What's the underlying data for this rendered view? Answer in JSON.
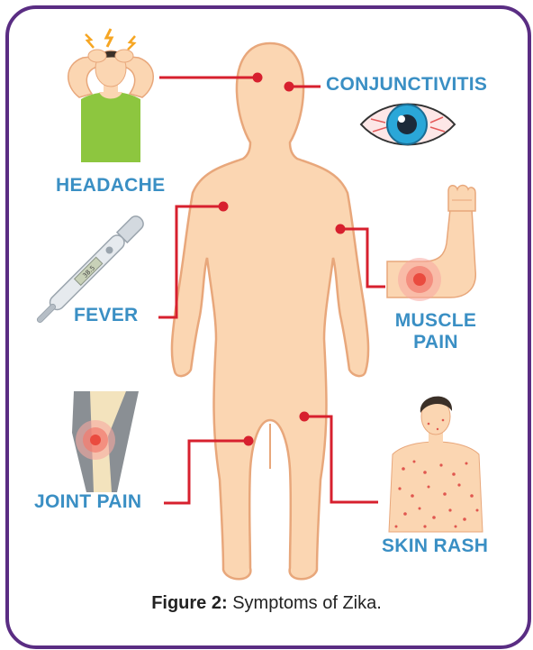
{
  "symptoms": {
    "conjunctivitis": "CONJUNCTIVITIS",
    "headache": "HEADACHE",
    "fever": "FEVER",
    "muscle_pain_line1": "MUSCLE",
    "muscle_pain_line2": "PAIN",
    "joint_pain": "JOINT PAIN",
    "skin_rash": "SKIN RASH"
  },
  "thermometer_display": "38.5",
  "caption": {
    "bold": "Figure 2:",
    "text": " Symptoms of Zika."
  },
  "colors": {
    "frame": "#5a2d83",
    "label": "#3a8fc4",
    "connector": "#d7202e",
    "skin": "#fbd6b2",
    "skin_outline": "#e8a77b"
  }
}
